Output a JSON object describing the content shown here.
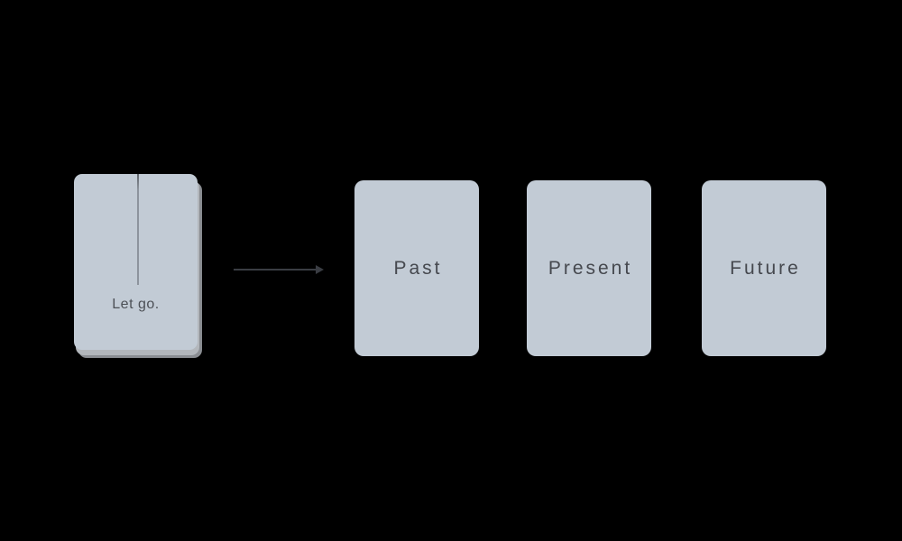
{
  "scene": {
    "background_color": "#000000",
    "card_fill_color": "#c2cbd5",
    "card_label_color": "#45484e",
    "deck_label_color": "#4c5056",
    "deck_line_color": "#8d949d",
    "deck_edge_light_color": "#b3b7bc",
    "deck_edge_dark_color": "#8a8d92",
    "arrow_color": "#3a3d43"
  },
  "deck": {
    "label": "Let go."
  },
  "icons": {
    "flow_arrow": "arrow-right-icon"
  },
  "spread": {
    "cards": [
      {
        "label": "Past"
      },
      {
        "label": "Present"
      },
      {
        "label": "Future"
      }
    ]
  }
}
